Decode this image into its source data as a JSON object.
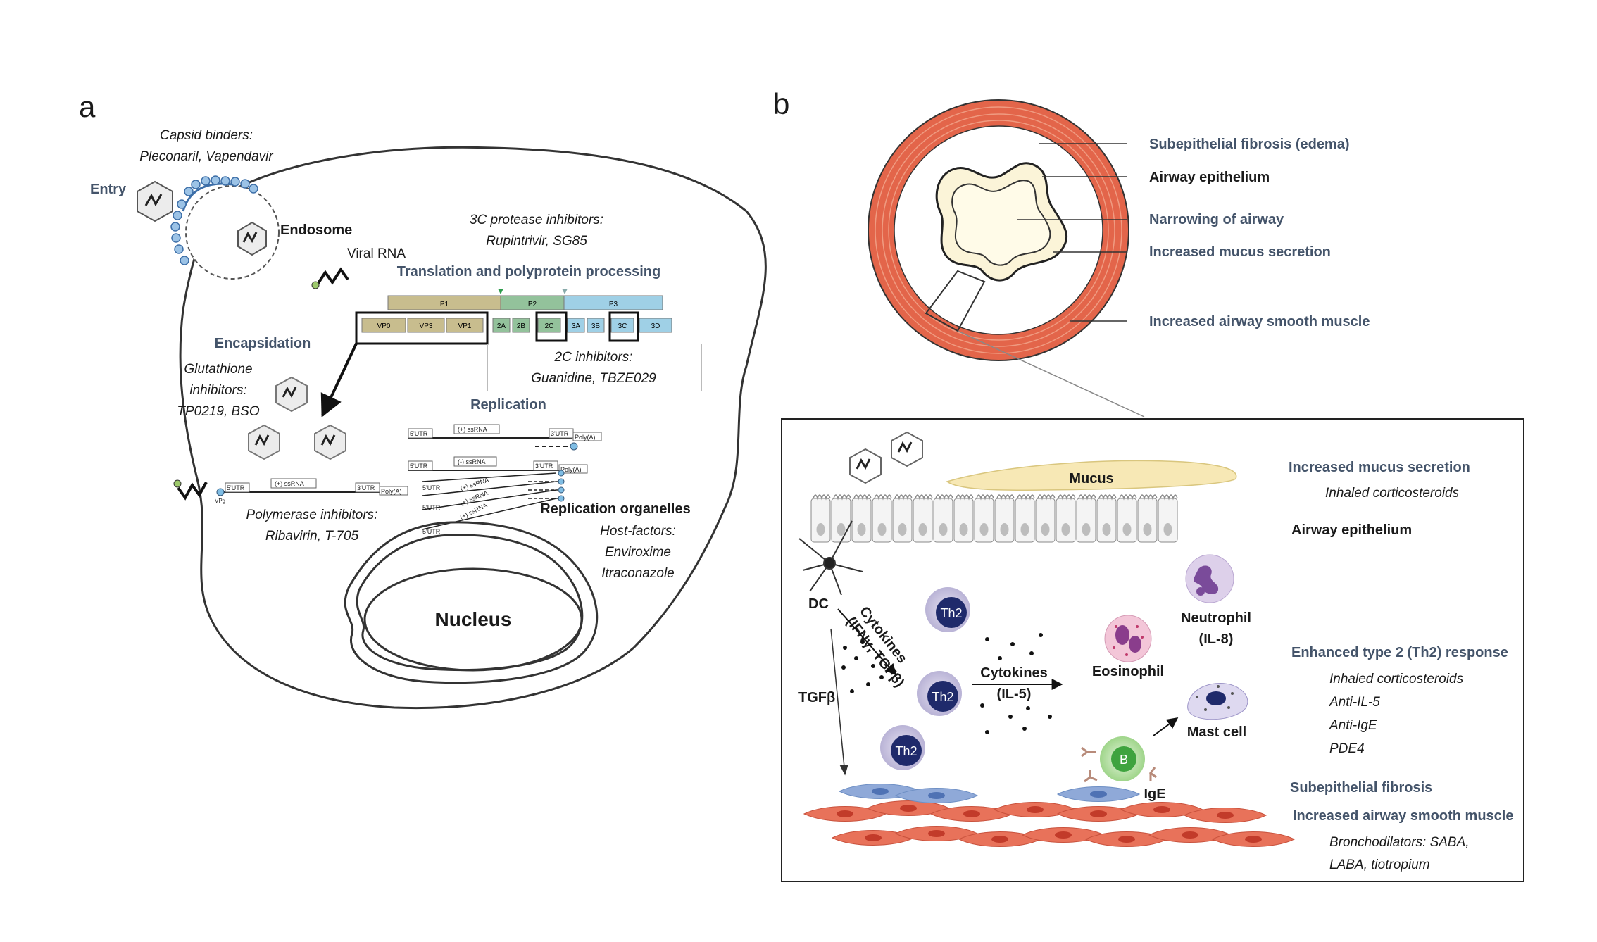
{
  "panel_a": {
    "letter": "a",
    "capsid_binders": {
      "title": "Capsid binders:",
      "drugs": "Pleconaril, Vapendavir"
    },
    "entry": "Entry",
    "endosome": "Endosome",
    "viral_rna": "Viral RNA",
    "protease_inhibitors": {
      "title": "3C protease inhibitors:",
      "drugs": "Rupintrivir, SG85"
    },
    "translation": "Translation and polyprotein processing",
    "polyprotein_top": [
      "P1",
      "P2",
      "P3"
    ],
    "polyprotein_bottom": [
      "VP0",
      "VP3",
      "VP1",
      "2A",
      "2B",
      "2C",
      "3A",
      "3B",
      "3C",
      "3D"
    ],
    "encapsidation": "Encapsidation",
    "glutathione": {
      "line1": "Glutathione",
      "line2": "inhibitors:",
      "line3": "TP0219, BSO"
    },
    "c2_inhibitors": {
      "title": "2C inhibitors:",
      "drugs": "Guanidine, TBZE029"
    },
    "replication": "Replication",
    "rna_labels": {
      "utr5": "5'UTR",
      "utr3": "3'UTR",
      "pos": "(+) ssRNA",
      "neg": "(-) ssRNA",
      "polya": "Poly(A)",
      "vpg": "VPg"
    },
    "polymerase_inhibitors": {
      "title": "Polymerase inhibitors:",
      "drugs": "Ribavirin, T-705"
    },
    "replication_organelles": "Replication organelles",
    "host_factors": {
      "title": "Host-factors:",
      "drug1": "Enviroxime",
      "drug2": "Itraconazole"
    },
    "nucleus": "Nucleus"
  },
  "panel_b": {
    "letter": "b",
    "airway_labels": {
      "fibrosis": "Subepithelial fibrosis (edema)",
      "epithelium": "Airway epithelium",
      "narrowing": "Narrowing of airway",
      "mucus": "Increased mucus secretion",
      "smooth_muscle": "Increased airway smooth muscle"
    },
    "inset": {
      "mucus": "Mucus",
      "dc": "DC",
      "cytokines1": {
        "line1": "Cytokines",
        "line2": "(IFNγ, TGFβ)"
      },
      "tgfb": "TGFβ",
      "th2": "Th2",
      "cytokines2": {
        "line1": "Cytokines",
        "line2": "(IL-5)"
      },
      "eosinophil": "Eosinophil",
      "neutrophil": {
        "line1": "Neutrophil",
        "line2": "(IL-8)"
      },
      "mast_cell": "Mast cell",
      "b_cell": "B",
      "ige": "IgE"
    },
    "side": {
      "mucus_title": "Increased mucus secretion",
      "mucus_drug": "Inhaled corticosteroids",
      "epithelium": "Airway epithelium",
      "th2_title": "Enhanced type 2 (Th2) response",
      "th2_drugs": [
        "Inhaled corticosteroids",
        "Anti-IL-5",
        "Anti-IgE",
        "PDE4"
      ],
      "fibrosis": "Subepithelial fibrosis",
      "asm": "Increased airway smooth muscle",
      "broncho1": "Bronchodilators: SABA,",
      "broncho2": "LABA, tiotropium"
    }
  },
  "colors": {
    "label_blue": "#44546a",
    "airway_red": "#e3654a",
    "mucus_yellow": "#f7e8b5",
    "endosome_blue": "#9cc3e6",
    "p1": "#c8bd8e",
    "p2": "#93c29b",
    "p3": "#9fd0e6",
    "th2": "#1f2a6b"
  }
}
